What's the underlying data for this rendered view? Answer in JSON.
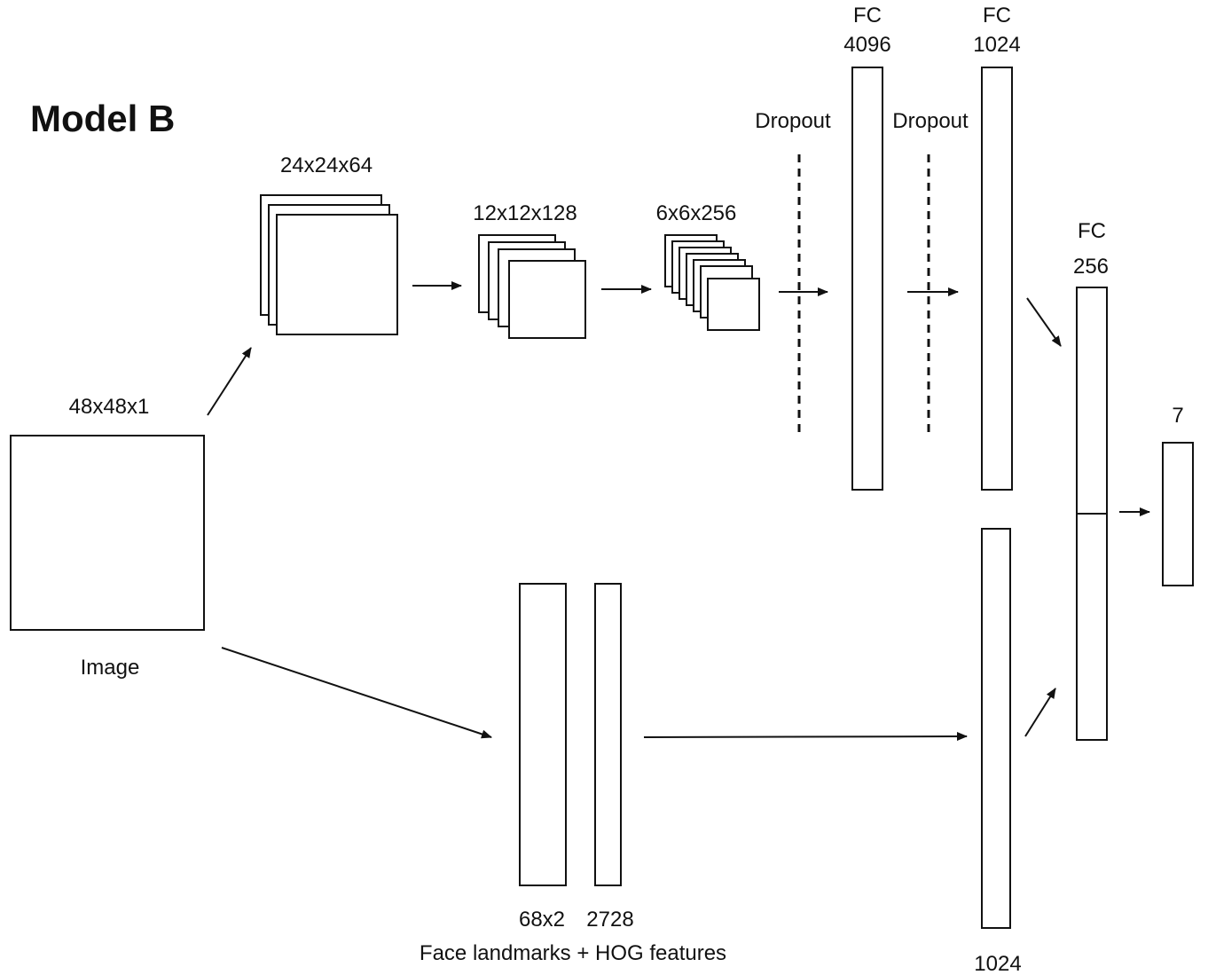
{
  "title": "Model B",
  "input": {
    "size": "48x48x1",
    "caption": "Image"
  },
  "conv": [
    {
      "size": "24x24x64"
    },
    {
      "size": "12x12x128"
    },
    {
      "size": "6x6x256"
    }
  ],
  "dropout": [
    "Dropout",
    "Dropout"
  ],
  "fc": [
    {
      "type": "FC",
      "units": "4096"
    },
    {
      "type": "FC",
      "units": "1024"
    },
    {
      "type": "FC",
      "units": "256"
    }
  ],
  "output": {
    "units": "7"
  },
  "features": {
    "landmarks": "68x2",
    "hog": "2728",
    "caption": "Face landmarks + HOG features",
    "fc_units": "1024"
  }
}
